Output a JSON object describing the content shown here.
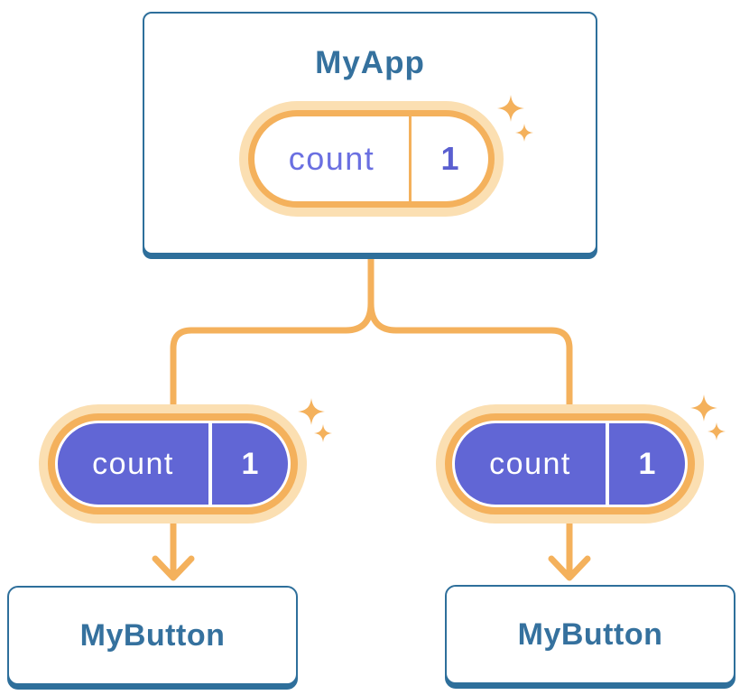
{
  "colors": {
    "orange": "#F4B15C",
    "orange_glow": "#FBDFB2",
    "purple": "#6166D5",
    "purple_text": "#6A6FE1",
    "purple_value": "#5A5FD0",
    "blue_border": "#2E6F9B",
    "blue_text": "#35719E",
    "pill_text_on_purple": "#FFFFFF",
    "card_background": "#FFFFFF"
  },
  "icons": {
    "sparkle_icon": "✦",
    "arrow_down_icon": "↓"
  },
  "root_component": {
    "title": "MyApp",
    "state_pill": {
      "label": "count",
      "value": "1"
    }
  },
  "child_components": [
    {
      "title": "MyButton",
      "prop_pill": {
        "label": "count",
        "value": "1"
      }
    },
    {
      "title": "MyButton",
      "prop_pill": {
        "label": "count",
        "value": "1"
      }
    }
  ]
}
